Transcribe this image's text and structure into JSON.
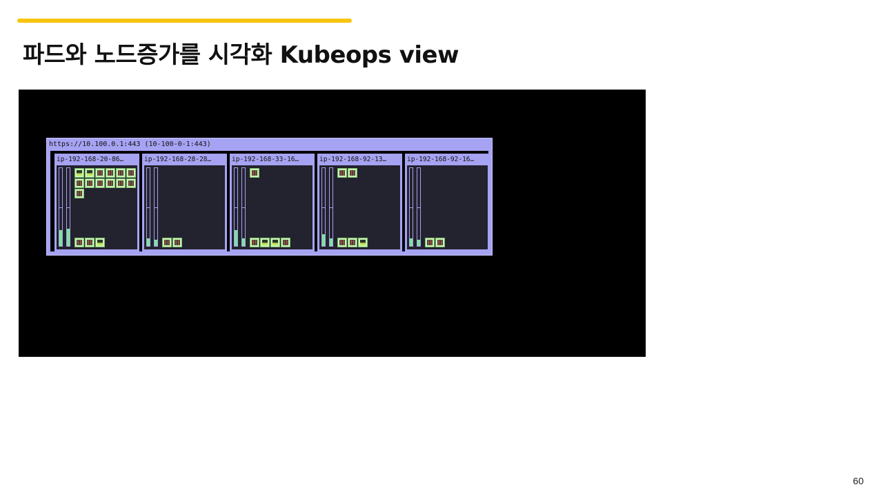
{
  "slide": {
    "title": "파드와 노드증가를 시각화 Kubeops view",
    "page_number": "60",
    "accent_color": "#f7c50f"
  },
  "kube_ops_view": {
    "cluster": {
      "label": "https://10.100.0.1:443 (10-100-0-1:443)",
      "color": "#a6a3f2"
    },
    "nodes": [
      {
        "name": "ip-192-168-20-86…",
        "cpu_usage_pct": 20,
        "memory_usage_pct": 22,
        "pods_top": [
          "low",
          "low",
          "normal",
          "normal",
          "normal",
          "normal",
          "normal",
          "normal",
          "normal",
          "normal",
          "normal",
          "normal",
          "normal"
        ],
        "pods_system": [
          "normal",
          "normal",
          "low"
        ]
      },
      {
        "name": "ip-192-168-28-28…",
        "cpu_usage_pct": 10,
        "memory_usage_pct": 8,
        "pods_top": [],
        "pods_system": [
          "normal",
          "normal"
        ]
      },
      {
        "name": "ip-192-168-33-16…",
        "cpu_usage_pct": 20,
        "memory_usage_pct": 10,
        "pods_top": [
          "normal"
        ],
        "pods_system": [
          "normal",
          "low",
          "low",
          "normal"
        ]
      },
      {
        "name": "ip-192-168-92-13…",
        "cpu_usage_pct": 15,
        "memory_usage_pct": 10,
        "pods_top": [
          "normal",
          "normal"
        ],
        "pods_system": [
          "normal",
          "normal",
          "low"
        ]
      },
      {
        "name": "ip-192-168-92-16…",
        "cpu_usage_pct": 10,
        "memory_usage_pct": 8,
        "pods_top": [],
        "pods_system": [
          "normal",
          "normal"
        ]
      }
    ]
  }
}
